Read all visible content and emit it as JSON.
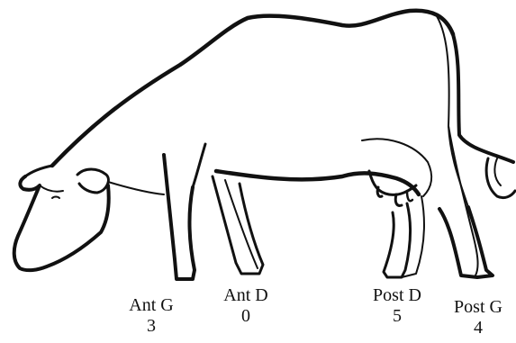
{
  "colors": {
    "ink": "#111111",
    "background": "#ffffff"
  },
  "legs": [
    {
      "id": "ant-g",
      "label": "Ant G",
      "score": "3"
    },
    {
      "id": "ant-d",
      "label": "Ant D",
      "score": "0"
    },
    {
      "id": "post-d",
      "label": "Post D",
      "score": "5"
    },
    {
      "id": "post-g",
      "label": "Post G",
      "score": "4"
    }
  ]
}
